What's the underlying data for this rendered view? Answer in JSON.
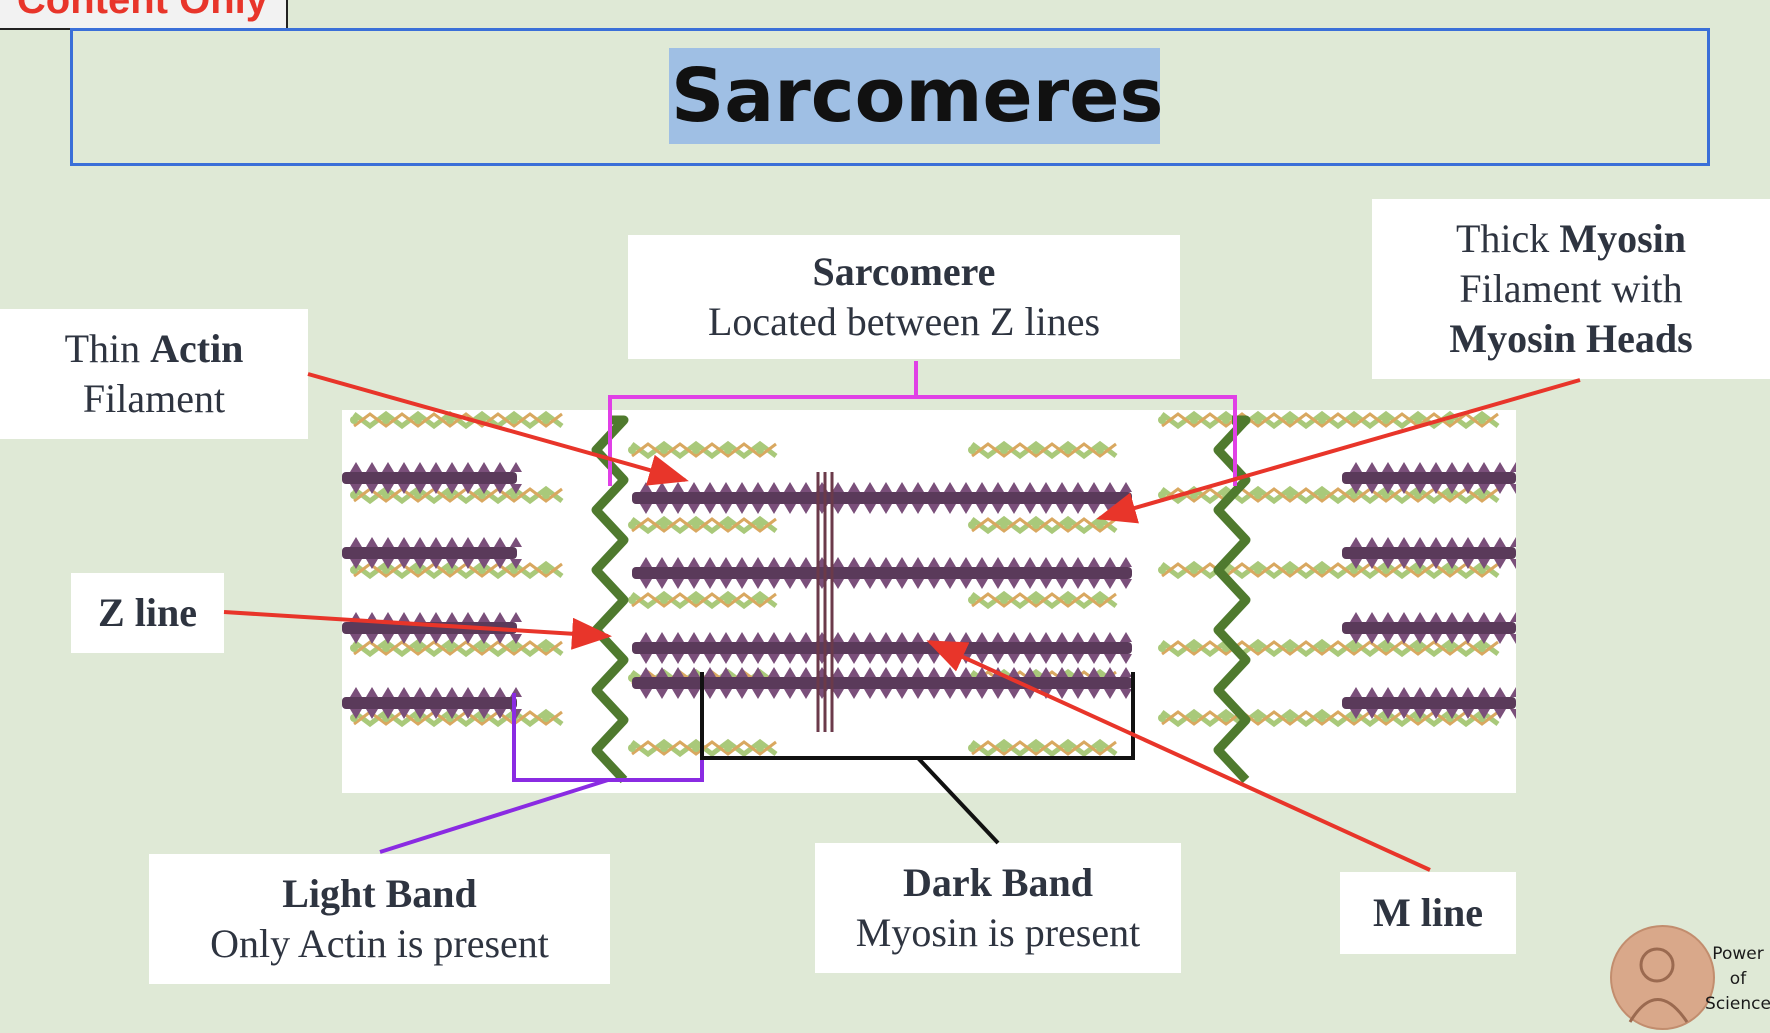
{
  "header": {
    "corner_tag": "Content Only",
    "title": "Sarcomeres"
  },
  "labels": {
    "sarcomere": {
      "bold": "Sarcomere",
      "text": "Located between Z lines"
    },
    "actin": {
      "line1_pre": "Thin ",
      "line1_bold": "Actin",
      "line2": "Filament"
    },
    "myosin": {
      "line1_pre": "Thick ",
      "line1_bold": "Myosin",
      "line2": "Filament with",
      "line3_bold": "Myosin Heads"
    },
    "z_line": {
      "bold": "Z line"
    },
    "light_band": {
      "bold": "Light Band",
      "text": "Only Actin is present"
    },
    "dark_band": {
      "bold": "Dark Band",
      "text": "Myosin is present"
    },
    "m_line": {
      "bold": "M line"
    }
  },
  "logo": {
    "line1": "Power",
    "line2": "of",
    "line3": "Science"
  },
  "colors": {
    "background": "#dfe9d6",
    "title_frame": "#3a6fd8",
    "title_highlight": "#9fbfe4",
    "pointer_arrow": "#e8352a",
    "sarcomere_bracket": "#e040e6",
    "light_band_bracket": "#8a2be2",
    "dark_band_bracket": "#111111",
    "actin": "#a9c97a",
    "myosin": "#5a3a5a",
    "z_line": "#4f7a2e"
  }
}
